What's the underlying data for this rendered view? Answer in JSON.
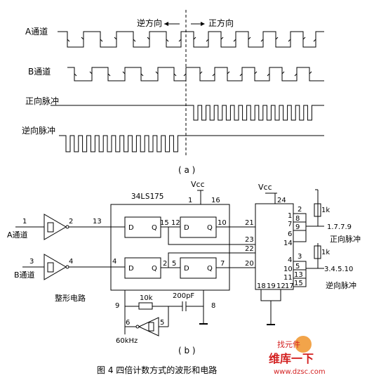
{
  "direction": {
    "reverse": "逆方向",
    "forward": "正方向"
  },
  "waveforms": {
    "channel_a": "A通道",
    "channel_b": "B通道",
    "forward_pulse": "正向脉冲",
    "reverse_pulse": "逆向脉冲"
  },
  "sublabel_a": "( a )",
  "sublabel_b": "( b )",
  "circuit": {
    "ic1": "34LS175",
    "vcc_ic1": "Vcc",
    "vcc_ic2": "Vcc",
    "input_a": "A通道",
    "input_b": "B通道",
    "shaper": "整形电路",
    "resistor": "10k",
    "capacitor": "200pF",
    "frequency": "60kHz",
    "pullup_1": "1k",
    "pullup_2": "1k",
    "out_fwd_pins": "1.7.7.9",
    "out_rev_pins": "3.4.5.10",
    "out_fwd_label": "正向脉冲",
    "out_rev_label": "逆向脉冲",
    "ff_d": "D",
    "ff_q": "Q",
    "pins": {
      "p1": "1",
      "p2": "2",
      "p3": "3",
      "p4": "4",
      "p13": "13",
      "p4b": "4",
      "vcc1": "1",
      "vcc16": "16",
      "ff1_in": "15",
      "ff2_in": "12",
      "ff2_out": "10",
      "ff3_out": "2",
      "ff4_in": "5",
      "ff4_out": "7",
      "osc9": "9",
      "osc6": "6",
      "osc5": "5",
      "osc8": "8",
      "g21": "21",
      "g23": "23",
      "g22": "22",
      "g20": "20",
      "g24": "24",
      "g18": "18",
      "g19": "19",
      "g12": "12",
      "g17": "17",
      "r2": "2",
      "r8": "8",
      "r1": "1",
      "r7": "7",
      "r9": "9",
      "r6": "6",
      "r14": "14",
      "s3": "3",
      "s4": "4",
      "s10": "10",
      "s5": "5",
      "s11": "11",
      "s13": "13",
      "s15": "15"
    }
  },
  "caption": "图 4 四倍计数方式的波形和电路",
  "watermark": {
    "brand": "维库一下",
    "url": "www.dzsc.com",
    "badge": "找元件"
  }
}
